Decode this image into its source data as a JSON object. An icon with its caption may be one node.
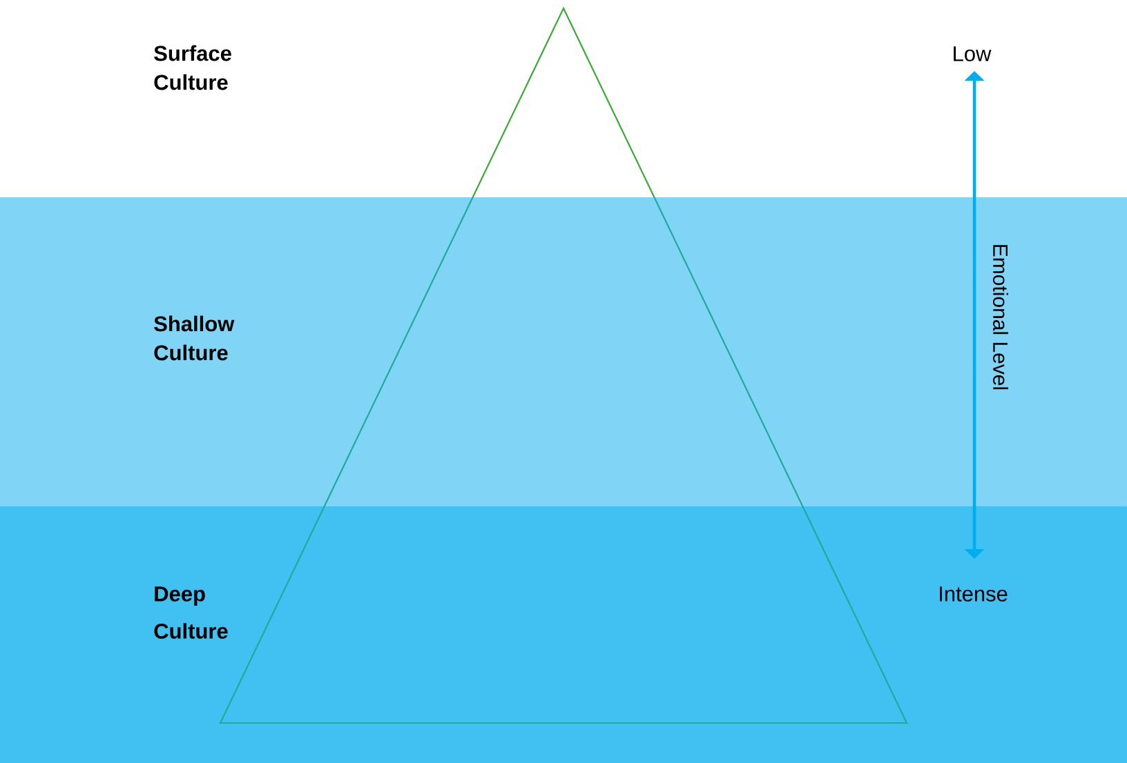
{
  "diagram": {
    "nodes": [
      {
        "text": [
          "Surface Culture"
        ]
      },
      {
        "text": [
          "Low"
        ]
      },
      {
        "text": [
          "Shallow Culture"
        ]
      },
      {
        "text": [
          "Deep Culture"
        ]
      },
      {
        "text": [
          "Intense"
        ]
      }
    ],
    "edges": [
      {
        "from": 1,
        "to": 4,
        "arrow": "both",
        "label": "Emotional Level"
      }
    ]
  }
}
